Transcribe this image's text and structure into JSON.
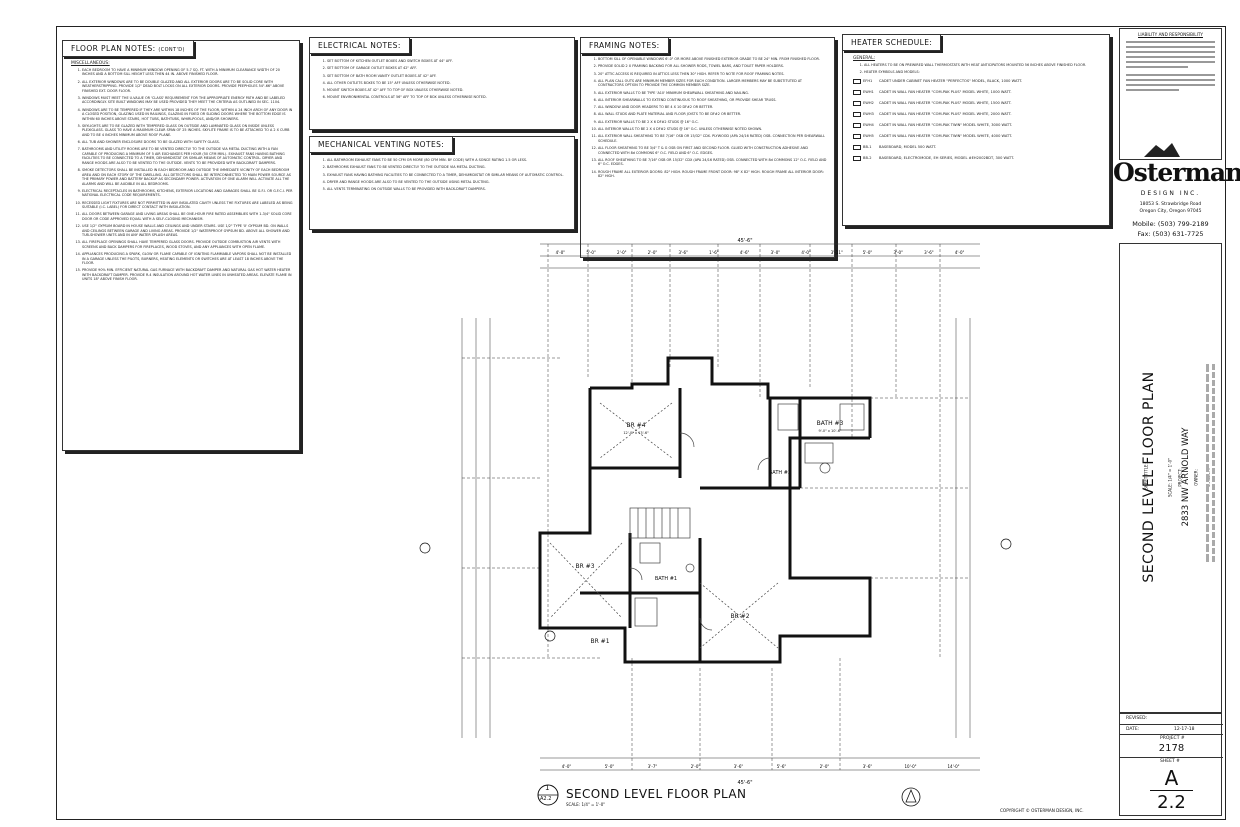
{
  "floor_plan_notes": {
    "title": "FLOOR PLAN NOTES:",
    "title_suffix": "(CONT'D)",
    "section": "MISCELLANEOUS:",
    "items": [
      "EACH BEDROOM TO HAVE A MINIMUM WINDOW OPENING OF 5.7 SQ. FT. WITH A MINIMUM CLEARANCE WIDTH OF 20 INCHES AND A BOTTOM SILL HEIGHT LESS THEN 44 IN. ABOVE FINISHED FLOOR.",
      "ALL EXTERIOR WINDOWS ARE TO BE DOUBLE GLAZED AND ALL EXTERIOR DOORS ARE TO BE SOLID CORE WITH WEATHERSTRIPPING. PROVIDE 1/2\" DEAD BOLT LOCKS ON ALL EXTERIOR DOORS. PROVIDE PEEPHOLES 54\"-66\" ABOVE FINISHED EXT. DOOR FLOOR.",
      "WINDOWS MUST MEET THE U-VALUE OR 'CLASS' REQUIREMENT FOR THE APPROPRIATE ENERGY PATH AND BE LABELED ACCORDINGLY. SITE BUILT WINDOWS MAY BE USED PROVIDED THEY MEET THE CRITERIA AS OUTLINED IN SEC. 1104.",
      "WINDOWS ARE TO BE TEMPERED IF THEY ARE WITHIN 18 INCHES OF THE FLOOR, WITHIN A 24 INCH ARCH OF ANY DOOR IN A CLOSED POSITION, GLAZING USED IN RAILINGS, GLAZING IN FIXED OR SLIDING DOORS WHERE THE BOTTOM EDGE IS WITHIN 60 INCHES ABOVE STAIRS, HOT TUBS, BATHTUBS, WHIRLPOOLS, AND/OR SHOWERS.",
      "SKYLIGHTS ARE TO BE GLAZED WITH TEMPERED GLASS ON OUTSIDE AND LAMINATED GLASS ON INSIDE UNLESS PLEXIGLASS. GLASS TO HAVE A MAXIMUM CLEAR SPAN OF 25 INCHES. SKYLITE FRAME IS TO BE ATTACHED TO A 2 X CURB AND TO BE 4 INCHES MINIMUM ABOVE ROOF PLANE.",
      "ALL TUB AND SHOWER ENCLOSURE DOORS TO BE GLAZED WITH SAFETY GLASS.",
      "BATHROOMS AND UTILITY ROOMS ARE TO BE VENTED DIRECTLY TO THE OUTSIDE VIA METAL DUCTING WITH A FAN CAPABLE OF PRODUCING A MINIMUM OF 5 AIR EXCHANGES PER HOUR (50 CFM MIN.). EXHAUST FANS HAVING BATHING FACILITIES TO BE CONNECTED TO A TIMER, DEHUMIDISTAT OR SIMILAR MEANS OF AUTOMATIC CONTROL. DRYER AND RANGE HOODS ARE ALSO TO BE VENTED TO THE OUTSIDE. VENTS TO BE PROVIDED WITH BACK-DRAFT DAMPERS.",
      "SMOKE DETECTORS SHALL BE INSTALLED IN EACH BEDROOM AND OUTSIDE THE IMMEDIATE VICINITY OF EACH BEDROOM AREA AND ON EACH STORY OF THE DWELLING. ALL DETECTORS SHALL BE INTERCONNECTED TO MAIN POWER SOURCE AS THE PRIMARY POWER AND BATTERY BACKUP AS SECONDARY POWER. ACTIVATION OF ONE ALARM WILL ACTIVATE ALL THE ALARMS AND WILL BE AUDIBLE IN ALL BEDROOMS.",
      "ELECTRICAL RECEPTACLES IN BATHROOMS, KITCHENS, EXTERIOR LOCATIONS AND GARAGES SHALL BE G.F.I. OR G.F.C.I. PER NATIONAL ELECTRICAL CODE REQUIREMENTS.",
      "RECESSED LIGHT FIXTURES ARE NOT PERMITTED IN ANY INSULATED CAVITY UNLESS THE FIXTURES ARE LABELED AS BEING SUITABLE (I.C. LABEL) FOR DIRECT CONTACT WITH INSULATION.",
      "ALL DOORS BETWEEN GARAGE AND LIVING AREAS SHALL BE ONE-HOUR FIRE RATED ASSEMBLIES WITH 1-3/4\" SOLID CORE DOOR OR CODE APPROVED EQUAL WITH A SELF-CLOSING MECHANISM.",
      "USE 1/2\" GYPSUM BOARD IN HOUSE WALLS AND CEILINGS AND UNDER STAIRS. USE 1/2\" TYPE 'X' GYPSUM BD. ON WALLS AND CEILINGS BETWEEN GARAGE AND LIVING AREAS. PROVIDE 1/2\" WATERPROOF GYPSUM BD. ABOVE ALL SHOWER AND TUB-SHOWER UNITS AND IN ANY WATER SPLASH AREAS.",
      "ALL FIREPLACE OPENINGS SHALL HAVE TEMPERED GLASS DOORS. PROVIDE OUTSIDE COMBUSTION AIR VENTS WITH SCREENS AND BACK DAMPERS FOR FIREPLACES, WOOD STOVES, AND ANY APPLIANCES WITH OPEN FLAME.",
      "APPLIANCES PRODUCING A SPARK, GLOW OR FLAME CAPABLE OF IGNITING FLAMMABLE VAPORS SHALL NOT BE INSTALLED IN A GARAGE UNLESS THE PILOTS, BURNERS, HEATING ELEMENTS OR SWITCHES ARE AT LEAST 18 INCHES ABOVE THE FLOOR.",
      "PROVIDE 90% MIN. EFFICIENT NATURAL GAS FURNACE WITH BACKDRAFT DAMPER AND NATURAL GAS HOT WATER HEATER WITH BACKDRAFT DAMPER. PROVIDE R-4 INSULATION AROUND HOT WATER LINES IN UNHEATED AREAS. ELEVATE FLAME IN UNITS 18\" ABOVE FINISH FLOOR."
    ]
  },
  "electrical_notes": {
    "title": "ELECTRICAL NOTES:",
    "items": [
      "SET BOTTOM OF KITCHEN OUTLET BOXES AND SWITCH BOXES AT 44\" AFF.",
      "SET BOTTOM OF GARAGE OUTLET BOXES AT 42\" AFF.",
      "SET BOTTOM OF BATH ROOM VANITY OUTLET BOXES AT 42\" AFF.",
      "ALL OTHER OUTLETS BOXES TO BE 15\" AFF UNLESS OTHERWISE NOTED.",
      "MOUNT SWITCH BOXES AT 42\" AFF TO TOP OF BOX UNLESS OTHERWISE NOTED.",
      "MOUNT ENVIRONMENTAL CONTROLS AT 56\" AFF TO TOP OF BOX UNLESS OTHERWISE NOTED."
    ]
  },
  "mechanical_notes": {
    "title": "MECHANICAL VENTING NOTES:",
    "items": [
      "ALL BATHROOM EXHAUST FANS TO BE 50 CFM OR MORE (80 CFM MIN. BY CODE) WITH A SONCE RATING 1.5 OR LESS.",
      "BATHROOMS EXHAUST FANS TO BE VENTED DIRECTLY TO THE OUTSIDE VIA METAL DUCTING.",
      "EXHAUST FANS HAVING BATHING FACILITIES TO BE CONNECTED TO A TIMER, DEHUMIDISTAT OR SIMILAR MEANS OF AUTOMATIC CONTROL.",
      "DRYER AND RANGE HOODS ARE ALSO TO BE VENTED TO THE OUTSIDE USING METAL DUCTING.",
      "ALL VENTS TERMINATING ON OUTSIDE WALLS TO BE PROVIDED WITH BACK-DRAFT DAMPERS."
    ]
  },
  "framing_notes": {
    "title": "FRAMING NOTES:",
    "items": [
      "BOTTOM SILL OF OPENABLE WINDOWS 6'-0\" OR MORE ABOVE FINISHED EXTERIOR GRADE TO BE 24\" MIN. FROM FINISHED FLOOR.",
      "PROVIDE SOLID 2 X FRAMING BACKING FOR ALL SHOWER RODS, TOWEL BARS, AND TOILET PAPER HOLDERS.",
      "20\" ATTIC ACCESS IS REQUIRED IN ATTICS LESS THEN 30\" HIGH. REFER TO NOTE FOR ROOF FRAMING NOTES.",
      "ALL PLAN CALL OUTS ARE MINIMUM MEMBER SIZES FOR EACH CONDITION. LARGER MEMBERS MAY BE SUBSTITUTED AT CONTRACTORS OPTION TO PROVIDE THE COMMON MEMBER SIZE.",
      "ALL EXTERIOR WALLS TO BE TYPE 'A10' MINIMUM SHEARWALL SHEATHING AND NAILING.",
      "ALL INTERIOR SHEARWALLS TO EXTEND CONTINUOUS TO ROOF SHEATHING, OR PROVIDE SHEAR TRUSS.",
      "ALL WINDOW AND DOOR HEADERS TO BE 4 X 10 DF#2 OR BETTER.",
      "ALL WALL STUDS AND PLATE MATERIAL AND FLOOR JOISTS TO BE DF#2 OR BETTER.",
      "ALL EXTERIOR WALLS TO BE 2 X 6 DF#2 STUDS @ 16\" O.C.",
      "ALL INTERIOR WALLS TO BE 2 X 4 DF#2 STUDS @ 16\" O.C. UNLESS OTHERWISE NOTED SHOWN.",
      "ALL EXTERIOR WALL SHEATHING TO BE 7/16\" OSB OR 15/32\" CDX. PLYWOOD (APA 24/16 RATED) OSB. CONNECTION PER SHEARWALL SCHEDULE.",
      "ALL FLOOR SHEATHING TO BE 3/4\" T & G OSB ON FIRST AND SECOND FLOOR. GLUED WITH CONSTRUCTION ADHESIVE AND CONNECTED WITH 8d COMMONS 6\" O.C. FIELD AND 6\" O.C. EDGES.",
      "ALL ROOF SHEATHING TO BE 7/16\" OSB OR 15/32\" CDX (APA 24/16 RATED) OSB. CONNECTED WITH 8d COMMONS 12\" O.C. FIELD AND 6\" O.C. EDGES.",
      "ROUGH FRAME ALL EXTERIOR DOORS: 82\" HIGH. ROUGH FRAME FRONT DOOR: 98\" X 82\" HIGH. ROUGH FRAME ALL INTERIOR DOOR: 82\" HIGH."
    ]
  },
  "heater_schedule": {
    "title": "HEATER SCHEDULE:",
    "general_label": "GENERAL:",
    "general_items": [
      "ALL HEATERS TO BE ON PREWIRED WALL THERMOSTATS WITH HEAT ANTICIPATORS MOUNTED 56 INCHES ABOVE FINISHED FLOOR.",
      "HEATER SYMBOLS AND MODELS:"
    ],
    "rows": [
      {
        "code": "EFH1",
        "desc": "CADET UNDER CABINET FAN HEATER \"PERFECTOS\" MODEL, BLACK, 1000 WATT."
      },
      {
        "code": "EWH1",
        "desc": "CADET IN WALL FAN HEATER \"COM-PAK PLUS\" MODEL WHITE, 1000 WATT."
      },
      {
        "code": "EWH2",
        "desc": "CADET IN WALL FAN HEATER \"COM-PAK PLUS\" MODEL WHITE, 1500 WATT."
      },
      {
        "code": "EWH3",
        "desc": "CADET IN WALL FAN HEATER \"COM-PAK PLUS\" MODEL WHITE, 2000 WATT."
      },
      {
        "code": "EWH4",
        "desc": "CADET IN WALL FAN HEATER \"COM-PAK TWIN\" MODEL WHITE, 3000 WATT."
      },
      {
        "code": "EWH5",
        "desc": "CADET IN WALL FAN HEATER \"COM-PAK TWIN\" MODEL WHITE, 4000 WATT."
      },
      {
        "code": "BB-1",
        "desc": "BASEBOARD, MODEL 500 WATT."
      },
      {
        "code": "BB-2",
        "desc": "BASEBOARD, ELECTROMODE, EH SERIES, MODEL #EH2002BDT, 300 WATT."
      }
    ]
  },
  "plan": {
    "title": "SECOND LEVEL FLOOR PLAN",
    "scale": "SCALE: 1/4\" = 1'-0\"",
    "detail_num": "1",
    "detail_sheet": "A2.2",
    "overall_width": "45'-6\"",
    "copyright": "COPYRIGHT © OSTERMAN DESIGN, INC.",
    "rooms": [
      {
        "name": "BR #4",
        "sub": "12'-0\" x 13'-6\""
      },
      {
        "name": "BATH #3",
        "sub": "9'-0\" x 10'-6\""
      },
      {
        "name": "BATH #2",
        "sub": ""
      },
      {
        "name": "BR #3",
        "sub": ""
      },
      {
        "name": "BATH #1",
        "sub": ""
      },
      {
        "name": "BR #2",
        "sub": ""
      },
      {
        "name": "BR #1",
        "sub": ""
      }
    ],
    "top_dims": [
      "4'-0\"",
      "5'-0\"",
      "2'-0\"",
      "2'-0\"",
      "3'-6\"",
      "1'-6\"",
      "4'-6\"",
      "3'-0\"",
      "4'-0\"",
      "3'-11\"",
      "5'-0\"",
      "3'-0\"",
      "3'-6\"",
      "4'-0\""
    ],
    "bottom_dims": [
      "4'-0\"",
      "5'-0\"",
      "3'-7\"",
      "2'-0\"",
      "3'-6\"",
      "5'-6\"",
      "2'-0\"",
      "3'-6\"",
      "10'-0\"",
      "14'-0\""
    ]
  },
  "title_block": {
    "liability_title": "LIABILITY AND RESPONSIBILITY",
    "firm_name": "Osterman",
    "firm_sub": "DESIGN INC.",
    "address1": "18053 S. Strawbridge Road",
    "address2": "Oregon City, Oregon 97045",
    "mobile": "Mobile: (503) 799-2189",
    "fax": "Fax: (503) 631-7725",
    "sheet_title_label": "SHEET TITLE:",
    "sheet_title": "SECOND LEVEL FLOOR PLAN",
    "sheet_scale": "SCALE: 1/4\" = 1'-0\"",
    "project_label": "PROJECT:",
    "project": "2833 NW ARNOLD WAY",
    "owner_label": "OWNER:",
    "builder_label": "BUILDER:",
    "revised_label": "REVISED:",
    "date_label": "DATE:",
    "date": "12-17-18",
    "project_no_label": "PROJECT #",
    "project_no": "2178",
    "sheet_no_label": "SHEET #",
    "sheet_letter": "A",
    "sheet_number": "2.2"
  }
}
